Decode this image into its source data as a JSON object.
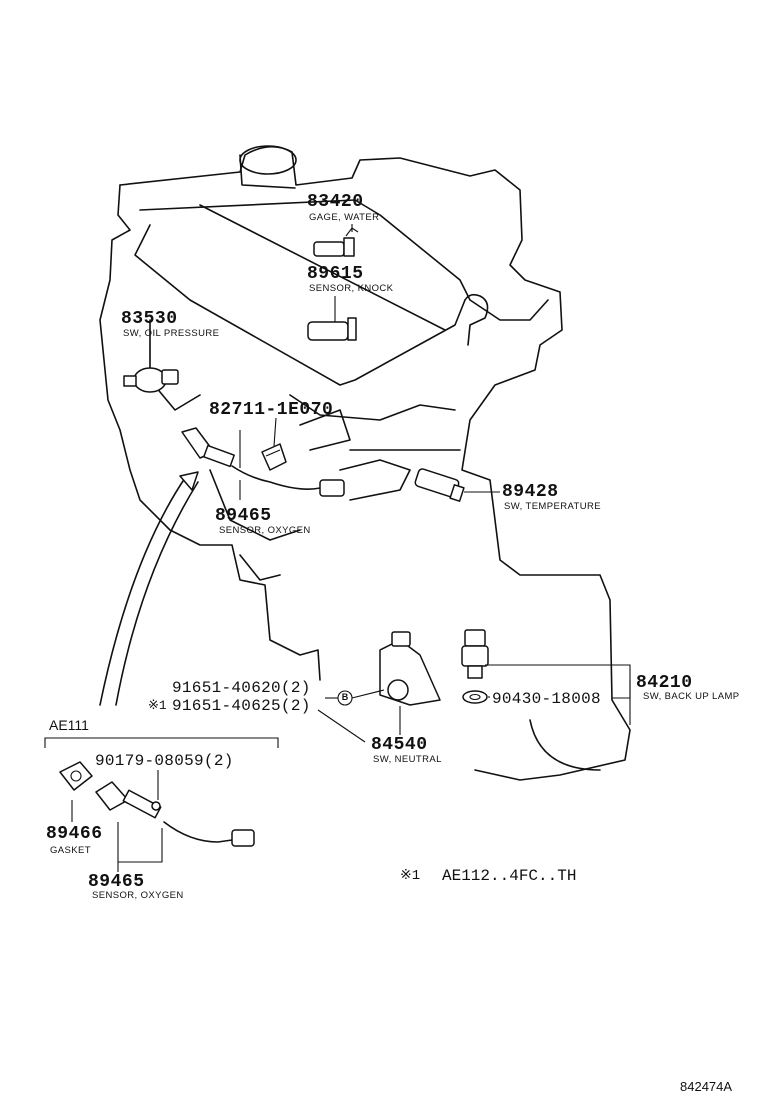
{
  "parts": {
    "p83420": {
      "number": "83420",
      "desc": "GAGE, WATER"
    },
    "p89615": {
      "number": "89615",
      "desc": "SENSOR, KNOCK"
    },
    "p83530": {
      "number": "83530",
      "desc": "SW, OIL PRESSURE"
    },
    "p82711": {
      "number": "82711-1E070"
    },
    "p89465": {
      "number": "89465",
      "desc": "SENSOR, OXYGEN"
    },
    "p89428": {
      "number": "89428",
      "desc": "SW, TEMPERATURE"
    },
    "p84210": {
      "number": "84210",
      "desc": "SW, BACK UP LAMP"
    },
    "p90430": {
      "number": "90430-18008"
    },
    "p91651a": {
      "number": "91651-40620(2)"
    },
    "p91651b": {
      "number": "91651-40625(2)",
      "marker": "※1"
    },
    "p84540": {
      "number": "84540",
      "desc": "SW, NEUTRAL"
    },
    "p90179": {
      "number": "90179-08059(2)"
    },
    "p89466": {
      "number": "89466",
      "desc": "GASKET"
    },
    "p89465b": {
      "number": "89465",
      "desc": "SENSOR, OXYGEN"
    }
  },
  "inset": {
    "title": "AE111"
  },
  "circle_marker": "B",
  "footnote": {
    "marker": "※1",
    "text": "AE112..4FC..TH"
  },
  "figure_id": "842474A"
}
